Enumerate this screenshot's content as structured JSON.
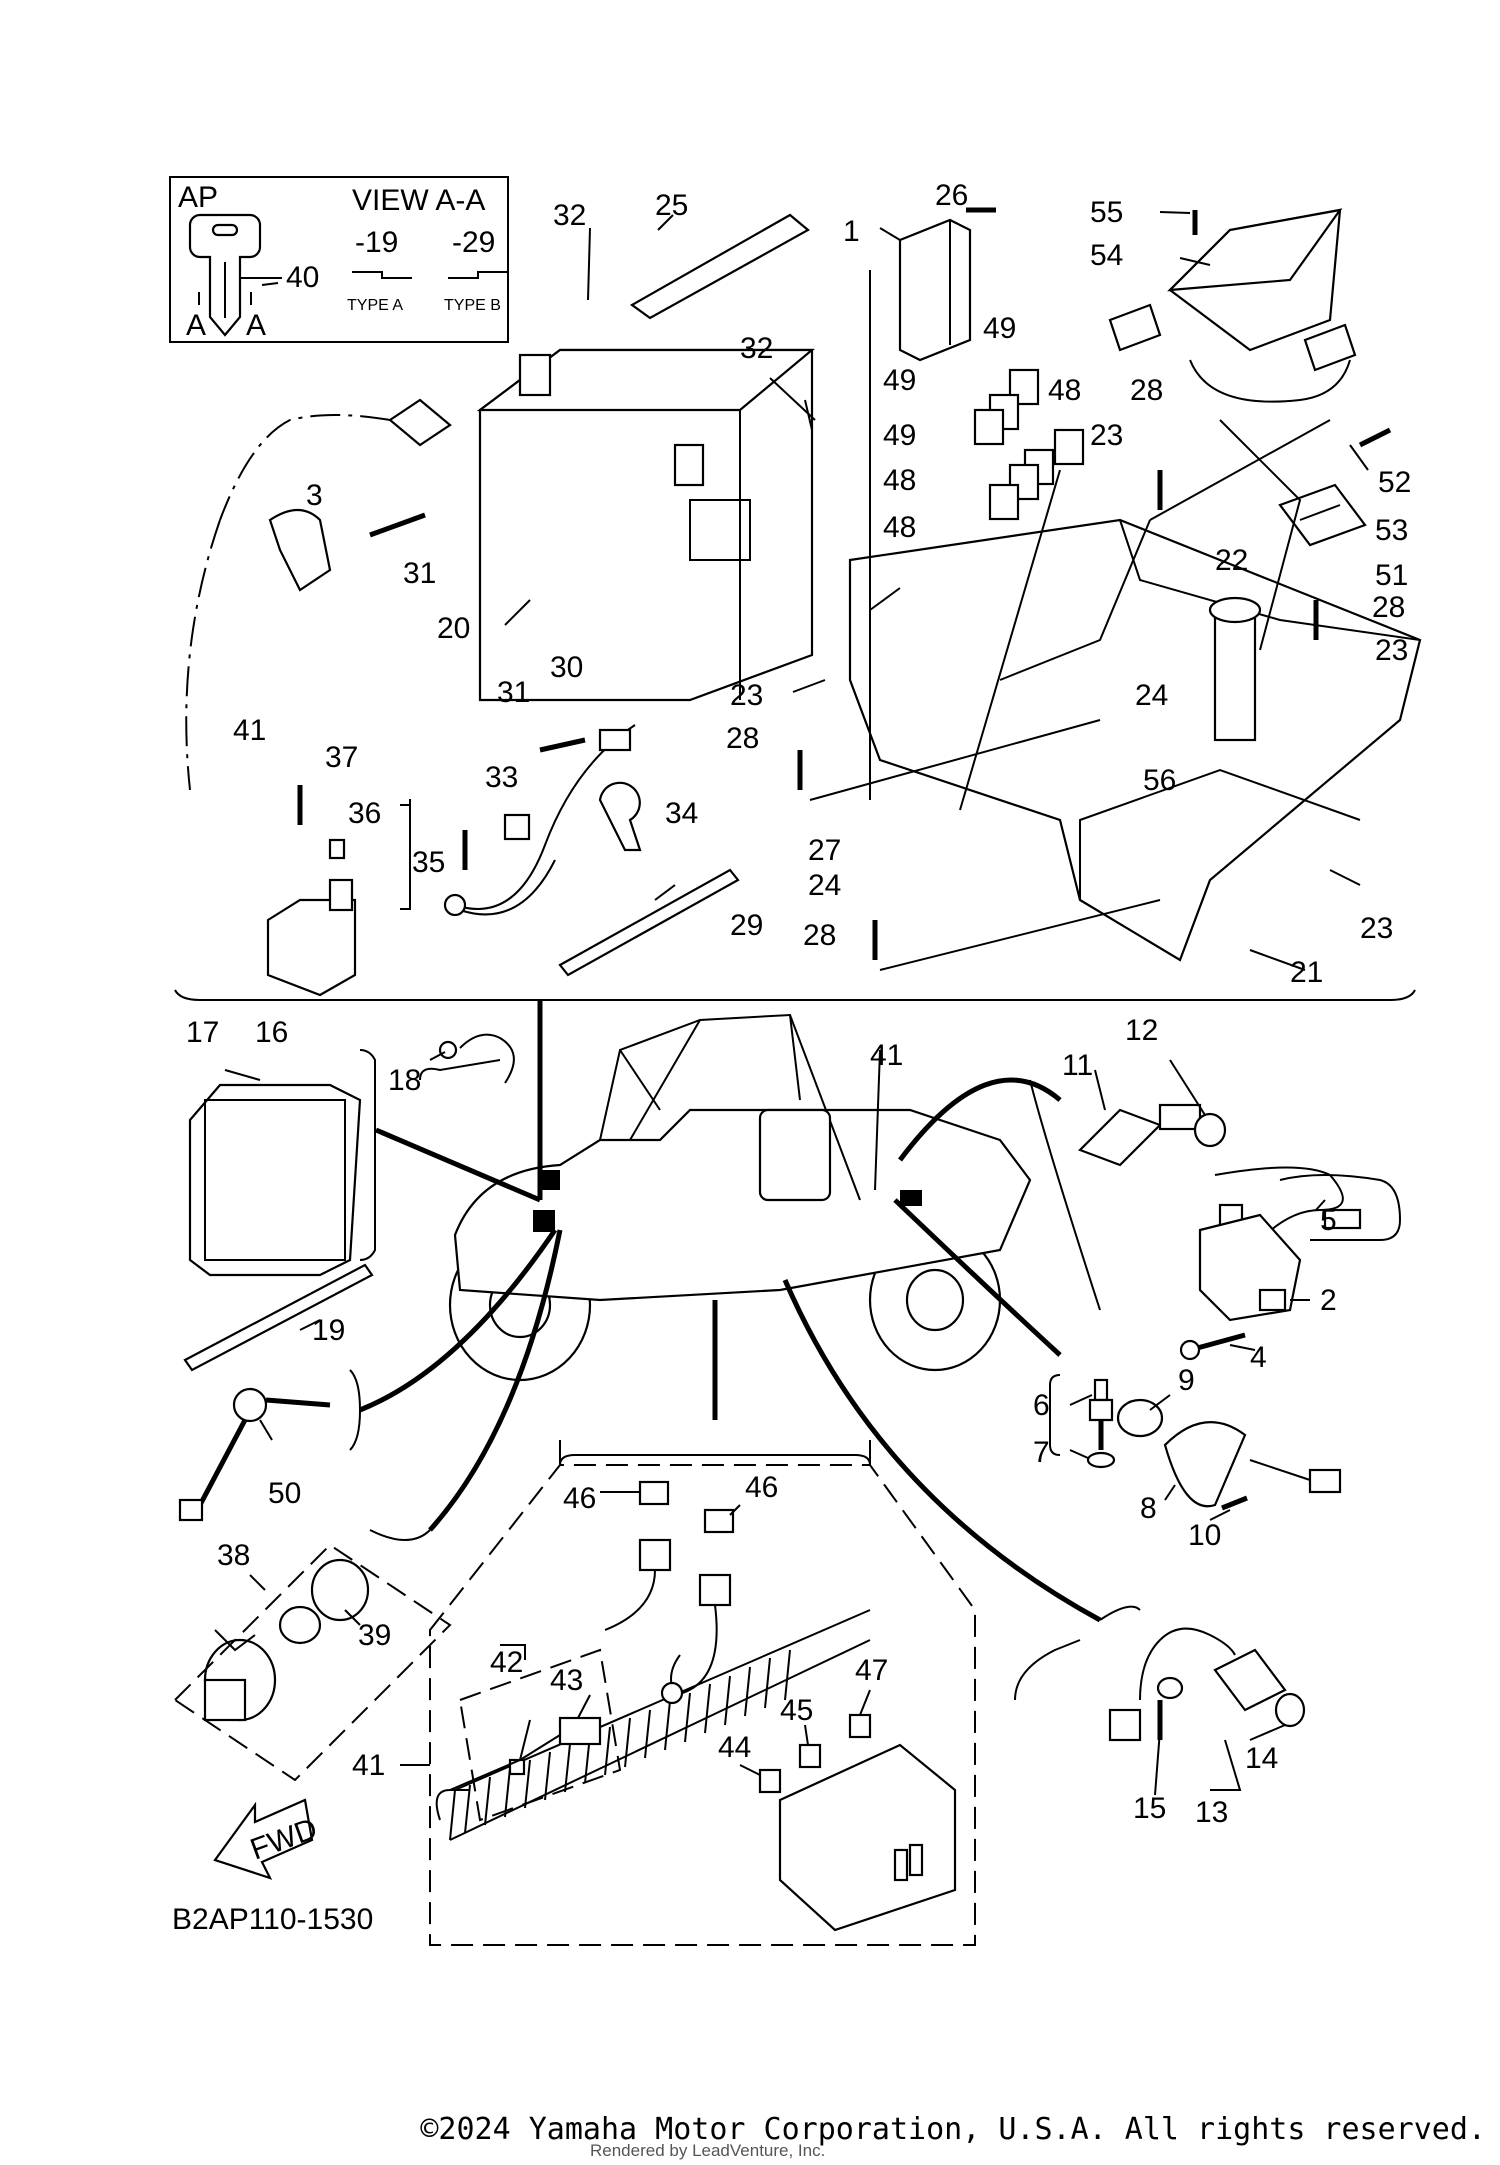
{
  "inset": {
    "code": "AP",
    "view_title": "VIEW A-A",
    "type_a_code": "-19",
    "type_b_code": "-29",
    "type_a_label": "TYPE A",
    "type_b_label": "TYPE B",
    "section_mark": "A"
  },
  "callouts": [
    "1",
    "2",
    "3",
    "4",
    "5",
    "6",
    "7",
    "8",
    "9",
    "10",
    "11",
    "12",
    "13",
    "14",
    "15",
    "16",
    "17",
    "18",
    "19",
    "20",
    "21",
    "22",
    "23",
    "24",
    "25",
    "26",
    "27",
    "28",
    "29",
    "30",
    "31",
    "32",
    "33",
    "34",
    "35",
    "36",
    "37",
    "38",
    "39",
    "40",
    "41",
    "42",
    "43",
    "44",
    "45",
    "46",
    "47",
    "48",
    "49",
    "50",
    "51",
    "52",
    "53",
    "54",
    "55",
    "56"
  ],
  "fwd_label": "FWD",
  "drawing_id": "B2AP110-1530",
  "copyright": "©2024 Yamaha Motor Corporation, U.S.A. All rights reserved.",
  "rendered_by": "Rendered by LeadVenture, Inc."
}
